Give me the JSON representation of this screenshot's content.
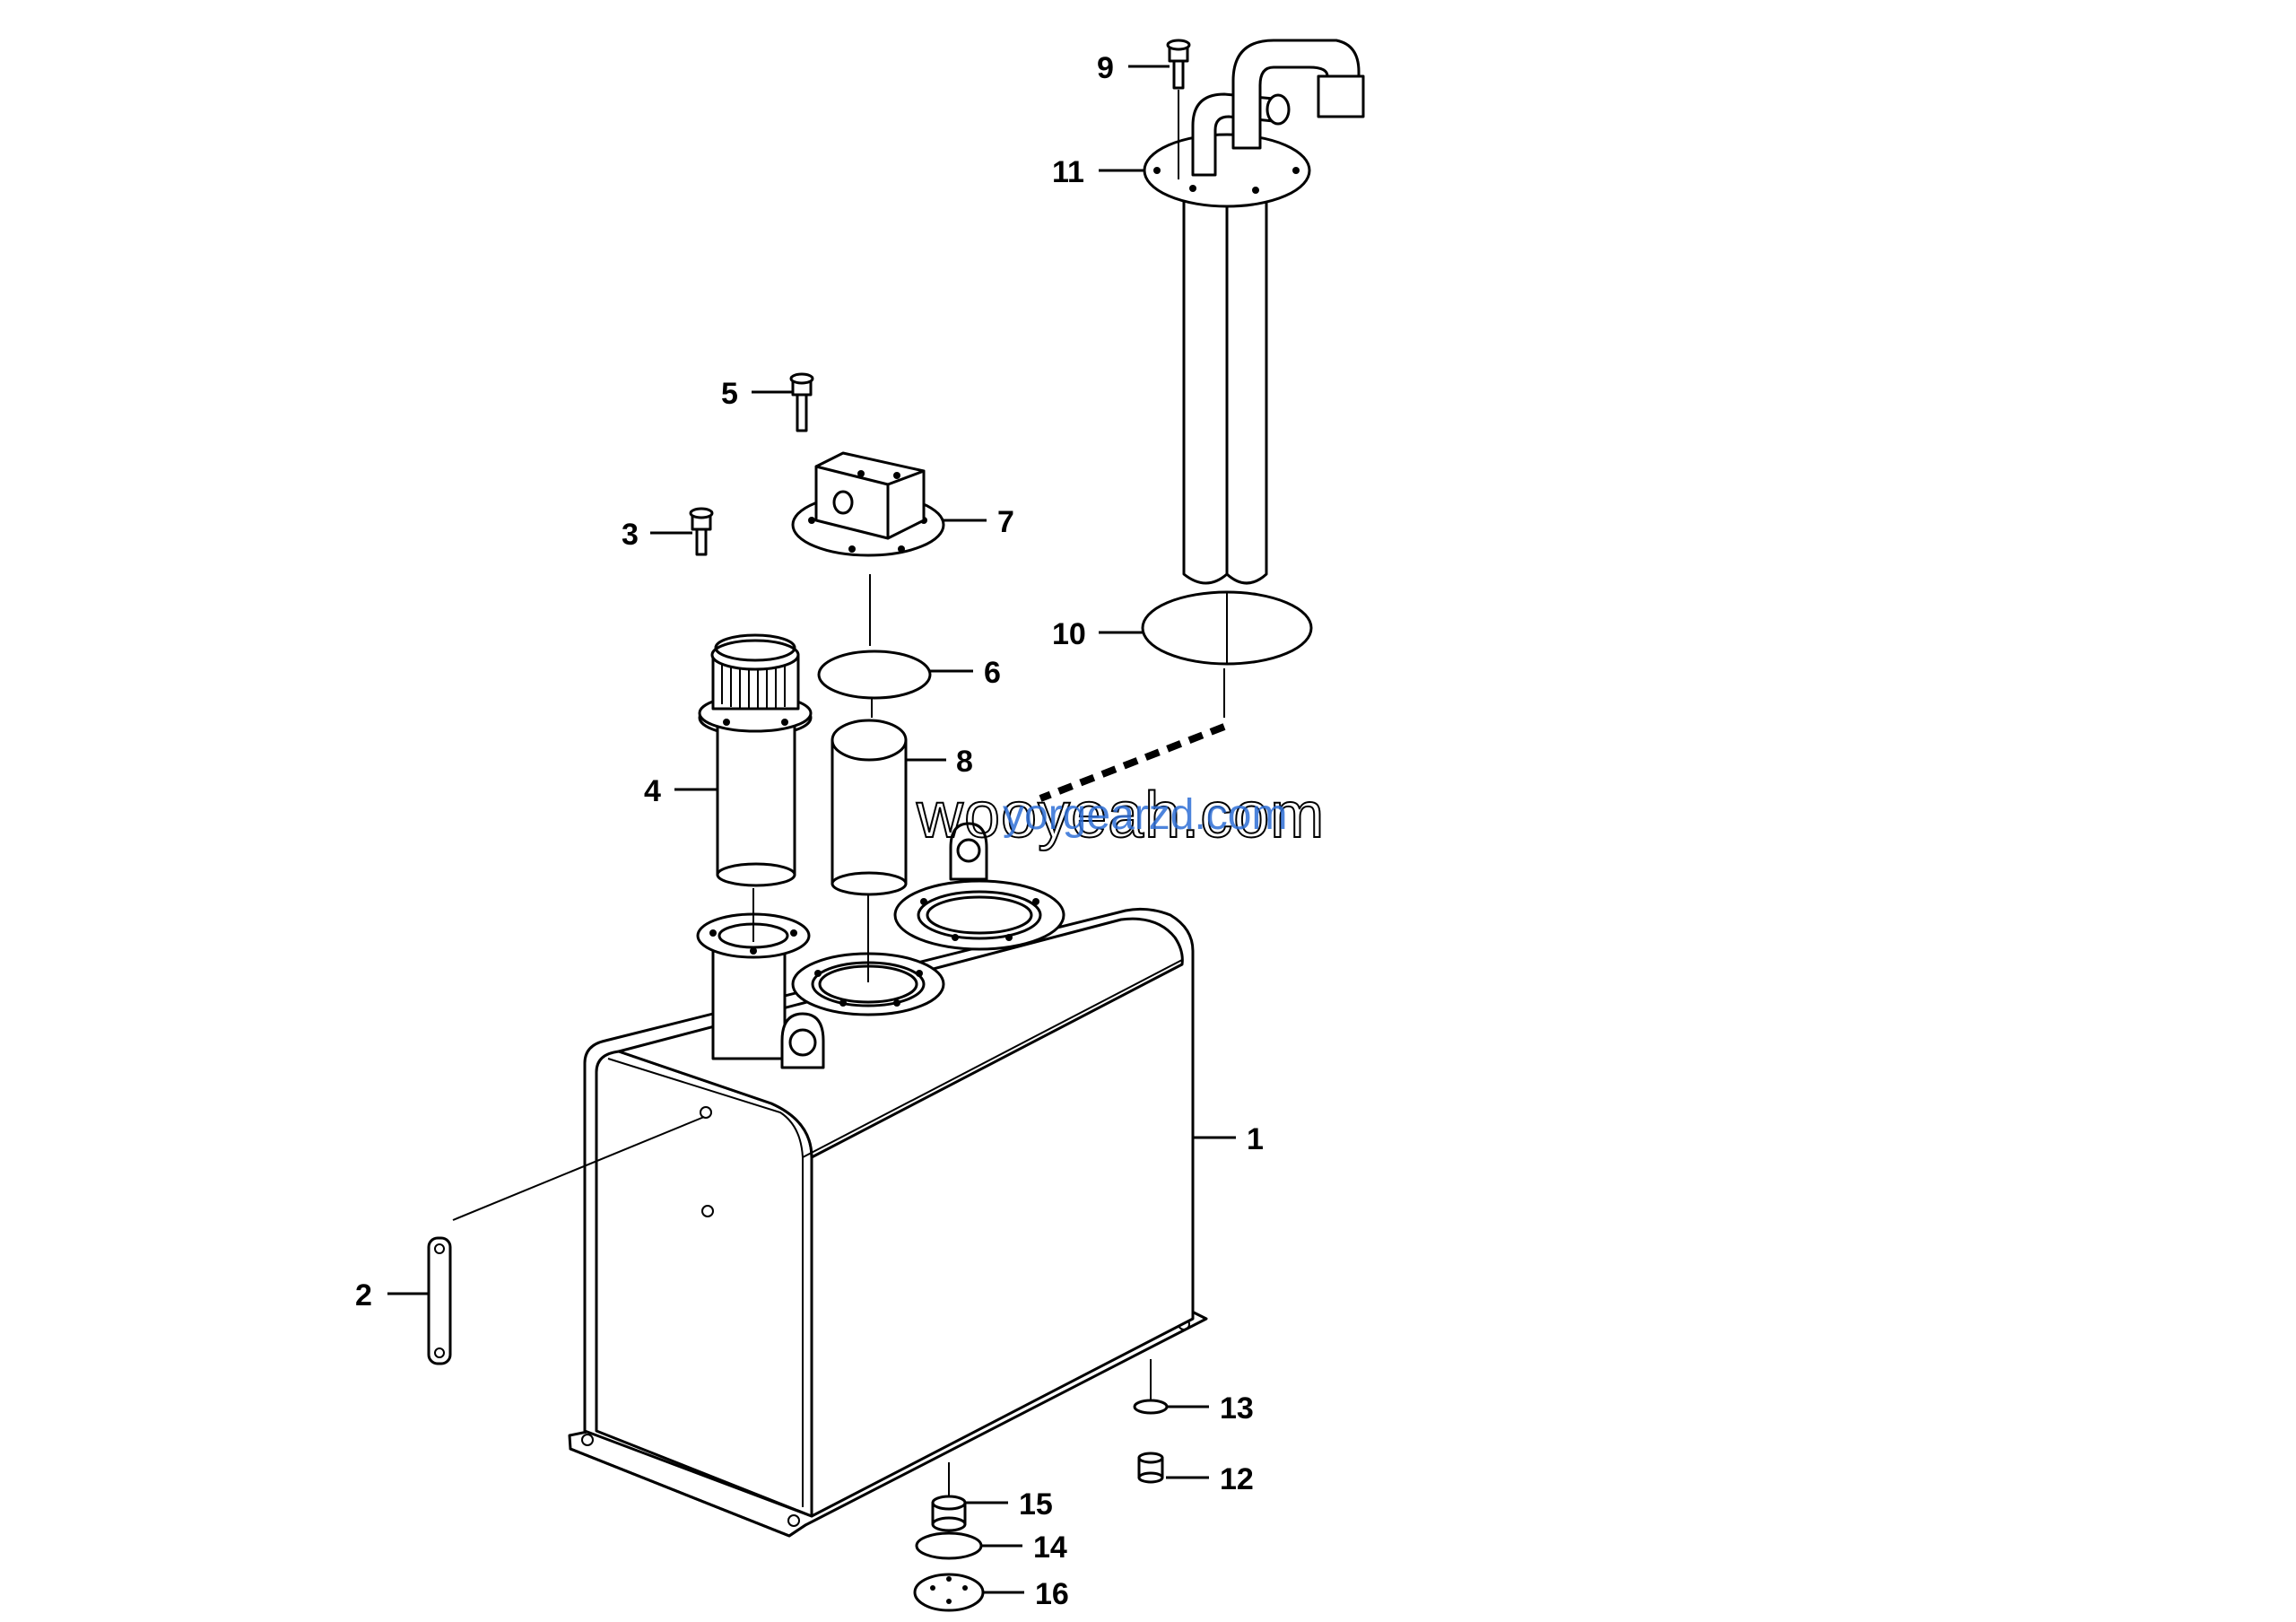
{
  "diagram": {
    "callouts": [
      {
        "id": "1",
        "label": "1"
      },
      {
        "id": "2",
        "label": "2"
      },
      {
        "id": "3",
        "label": "3"
      },
      {
        "id": "4",
        "label": "4"
      },
      {
        "id": "5",
        "label": "5"
      },
      {
        "id": "6",
        "label": "6"
      },
      {
        "id": "7",
        "label": "7"
      },
      {
        "id": "8",
        "label": "8"
      },
      {
        "id": "9",
        "label": "9"
      },
      {
        "id": "10",
        "label": "10"
      },
      {
        "id": "11",
        "label": "11"
      },
      {
        "id": "12",
        "label": "12"
      },
      {
        "id": "13",
        "label": "13"
      },
      {
        "id": "14",
        "label": "14"
      },
      {
        "id": "15",
        "label": "15"
      },
      {
        "id": "16",
        "label": "16"
      }
    ],
    "watermark": {
      "back_text": "wooyeah.com",
      "front_text": "yorgearzd.com",
      "color": "#2f6fd6"
    }
  }
}
